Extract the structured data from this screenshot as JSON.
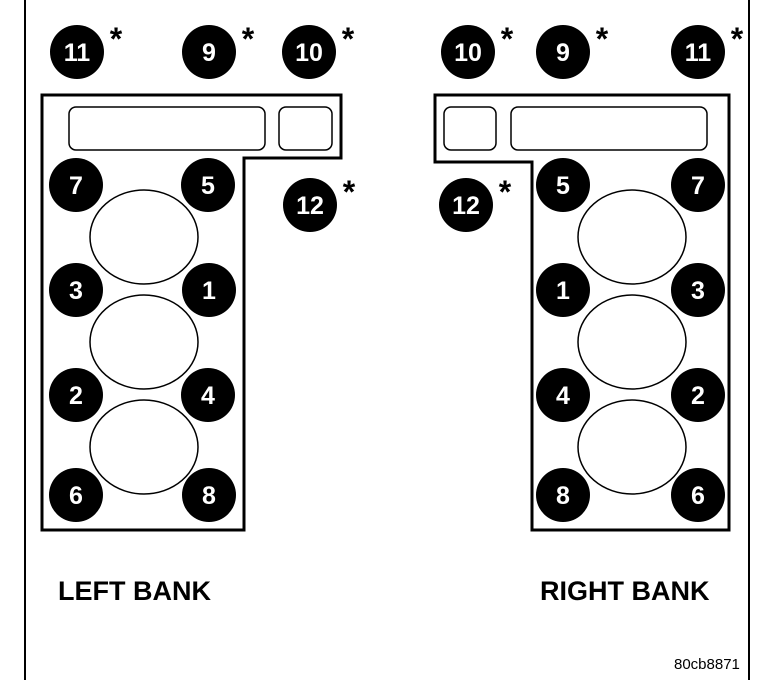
{
  "colors": {
    "bolt_fill": "#000000",
    "bolt_text": "#ffffff",
    "outline": "#000000",
    "background": "#ffffff"
  },
  "asterisk": "*",
  "left_bank": {
    "label": "LEFT BANK",
    "bolts": [
      "11",
      "9",
      "10",
      "12",
      "7",
      "5",
      "3",
      "1",
      "2",
      "4",
      "6",
      "8"
    ],
    "starred": [
      "11",
      "9",
      "10",
      "12"
    ]
  },
  "right_bank": {
    "label": "RIGHT BANK",
    "bolts": [
      "10",
      "9",
      "11",
      "12",
      "5",
      "7",
      "1",
      "3",
      "4",
      "2",
      "8",
      "6"
    ],
    "starred": [
      "10",
      "9",
      "11",
      "12"
    ]
  },
  "figure_id": "80cb8871"
}
